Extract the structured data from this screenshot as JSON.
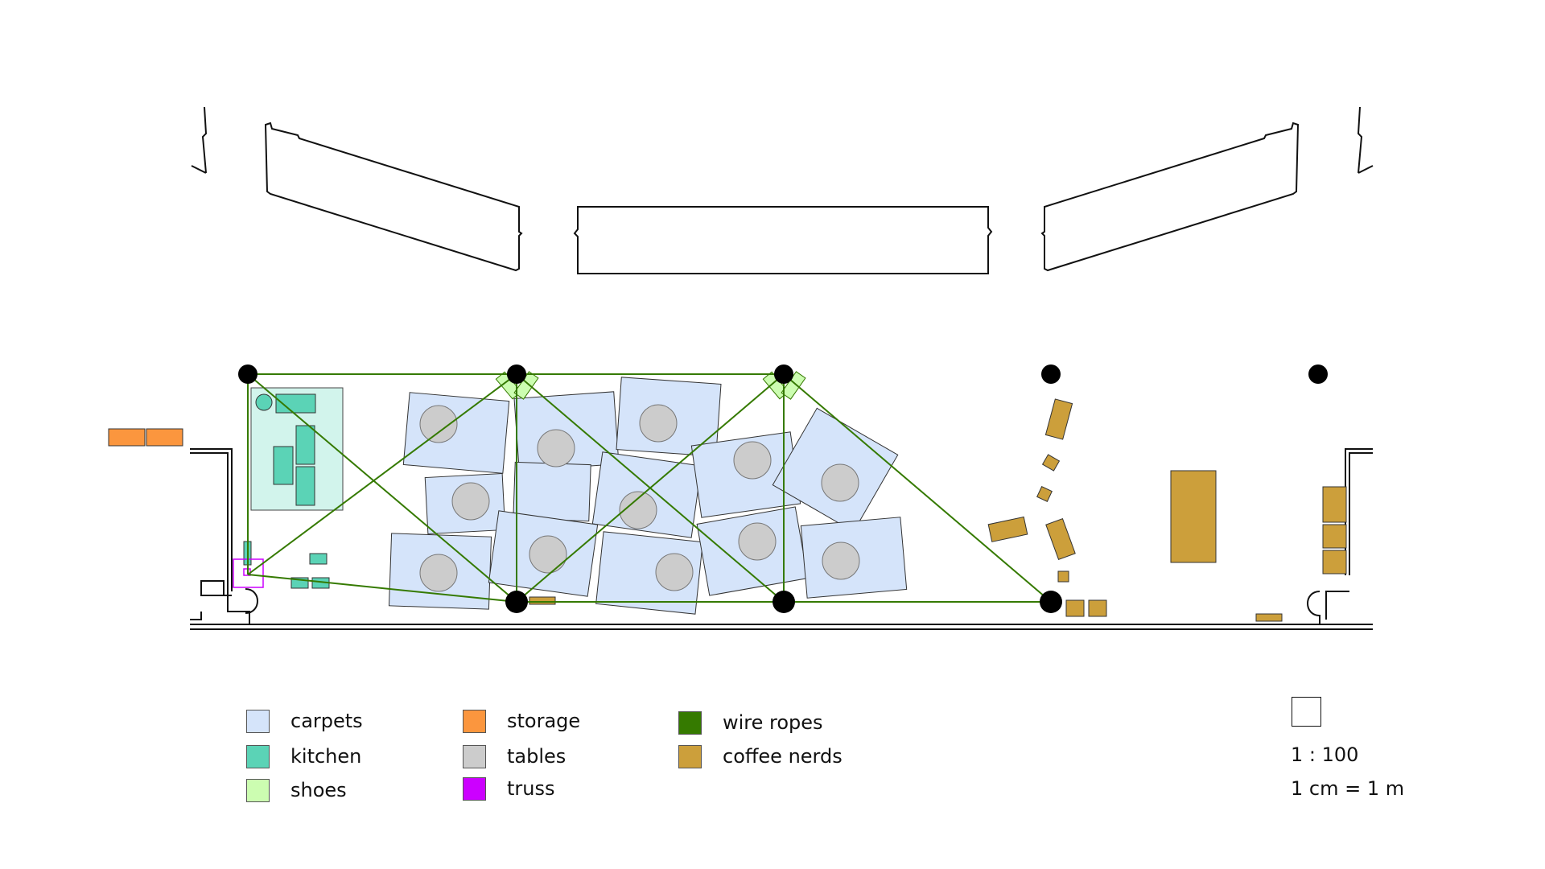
{
  "legend": {
    "carpets": "carpets",
    "kitchen": "kitchen",
    "shoes": "shoes",
    "storage": "storage",
    "tables": "tables",
    "truss": "truss",
    "wire_ropes": "wire ropes",
    "coffee_nerds": "coffee nerds"
  },
  "scale": {
    "ratio": "1 : 100",
    "conversion": "1 cm = 1 m"
  },
  "colors": {
    "carpets": "#d5e4fa",
    "kitchen": "#5bd3b6",
    "kitchen_area": "#d2f4ec",
    "shoes": "#ccfdb1",
    "storage": "#fb963e",
    "tables": "#cccccc",
    "truss": "#cc00ff",
    "wire_ropes": "#357a00",
    "coffee_nerds": "#cc9f3b"
  }
}
